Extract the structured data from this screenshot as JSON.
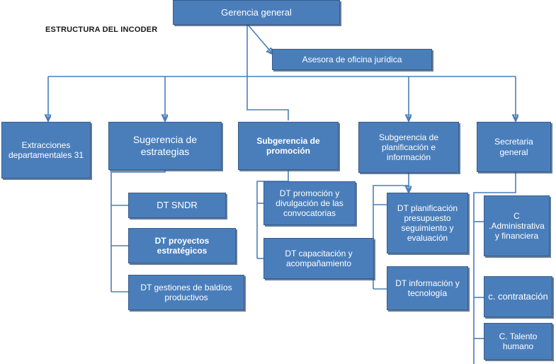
{
  "diagram": {
    "title": "ESTRUCTURA DEL INCODER",
    "type": "organizational-chart",
    "colors": {
      "node_fill": "#4a7ebb",
      "node_border": "#385d8a",
      "node_text": "#ffffff",
      "connector": "#4a7ebb",
      "title_text": "#1a1a1a",
      "background": "#ffffff"
    },
    "nodes": {
      "gerencia_general": "Gerencia general",
      "asesora_juridica": "Asesora de oficina jurídica",
      "extracciones": "Extracciones departamentales 31",
      "sugerencia_estrategias": "Sugerencia de estrategias",
      "subgerencia_promocion": "Subgerencia de promoción",
      "subgerencia_planificacion": "Subgerencia de planificación e información",
      "secretaria_general": "Secretaria general",
      "dt_sndr": "DT SNDR",
      "dt_proyectos": "DT proyectos estratégicos",
      "dt_baldios": "DT gestiones de baldíos productivos",
      "dt_promocion": "DT promoción y divulgación de las convocatorias",
      "dt_capacitacion": "DT capacitación y acompañamiento",
      "dt_planificacion": "DT planificación presupuesto seguimiento y evaluación",
      "dt_informacion": "DT información y tecnología",
      "c_administrativa": "C .Administrativa  y financiera",
      "c_contratacion": "c. contratación",
      "c_talento": "C. Talento humano"
    }
  }
}
